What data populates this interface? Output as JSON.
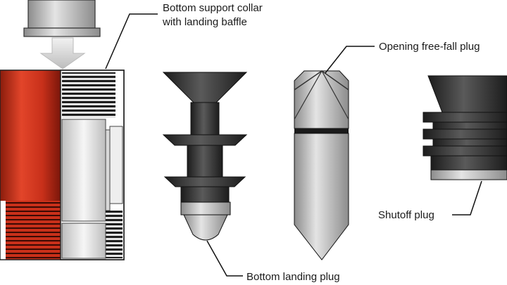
{
  "labels": {
    "bottom_support_collar": "Bottom support collar",
    "with_landing_baffle": "with landing baffle",
    "opening_free_fall_plug": "Opening free-fall plug",
    "shutoff_plug": "Shutoff plug",
    "bottom_landing_plug": "Bottom landing plug"
  },
  "colors": {
    "collar_red": "#d0301a",
    "plug_dark": "#2e2e2e",
    "plug_gray": "#b4b4b4",
    "leader_line": "#111111",
    "arrow_gray": "#cfcfcf"
  }
}
